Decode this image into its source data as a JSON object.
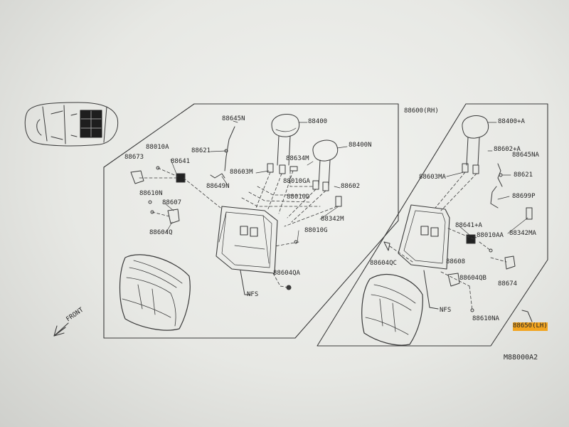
{
  "diagram": {
    "code": "M88000A2",
    "front_label": "FRONT",
    "highlight_color": "#f2a41f",
    "highlighted_part": "88650(LH)",
    "panels": [
      {
        "title": "88600(RH)",
        "parts": [
          "88645N",
          "88400",
          "88621",
          "88400N",
          "88010A",
          "88641",
          "88673",
          "88634M",
          "88603M",
          "88649N",
          "88010GA",
          "88602",
          "88610N",
          "88010D",
          "88607",
          "88342M",
          "88604Q",
          "88010G",
          "88604QA",
          "NFS"
        ]
      },
      {
        "title": "88650(LH)",
        "parts": [
          "88400+A",
          "88602+A",
          "88645NA",
          "88603MA",
          "88621",
          "88699P",
          "88342MA",
          "88641+A",
          "88010AA",
          "88604QC",
          "88608",
          "88604QB",
          "88674",
          "NFS",
          "88610NA"
        ]
      }
    ]
  }
}
